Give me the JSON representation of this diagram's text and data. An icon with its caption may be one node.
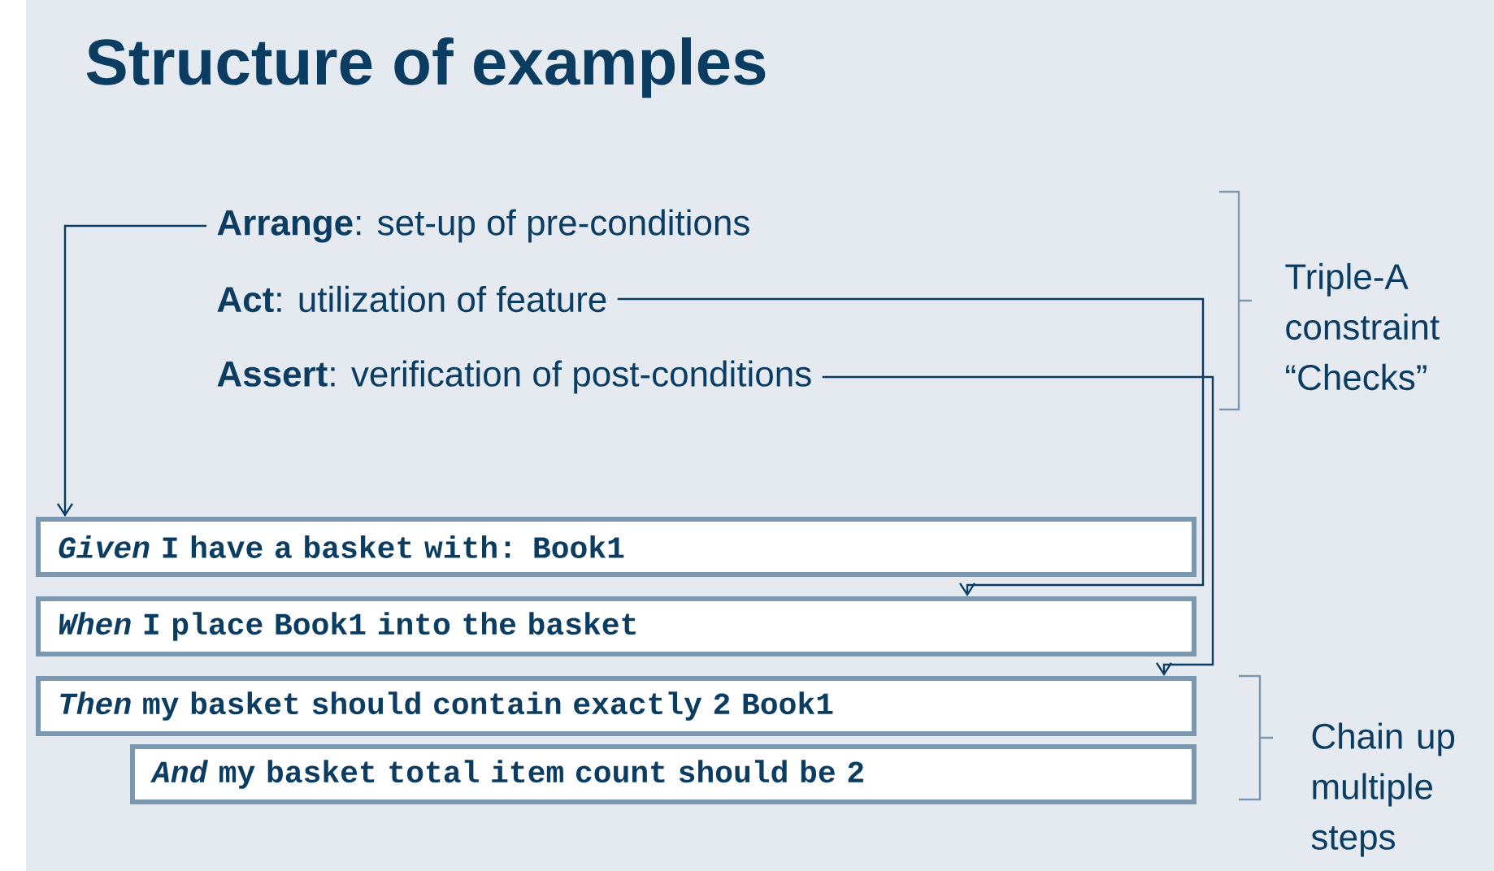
{
  "diagram": {
    "title": "Structure of examples",
    "nodes": [
      {
        "text": [
          "**Arrange**: set-up of pre-conditions"
        ]
      },
      {
        "text": [
          "**Act**: utilization of feature"
        ]
      },
      {
        "text": [
          "**Assert**: verification of post-conditions"
        ]
      },
      {
        "text": [
          "*Given* I have a basket with: Book1"
        ]
      },
      {
        "text": [
          "*When* I place Book1 into the basket"
        ]
      },
      {
        "text": [
          "*Then* my basket should contain exactly 2 Book1"
        ]
      },
      {
        "text": [
          "*And* my basket total item count should be 2"
        ]
      }
    ],
    "edges": [
      {
        "from": 0,
        "to": 3,
        "arrow": "to"
      },
      {
        "from": 1,
        "to": 4,
        "arrow": "to"
      },
      {
        "from": 2,
        "to": 5,
        "arrow": "to"
      }
    ],
    "labels": [
      "Triple-A constraint “Checks”",
      "Chain up multiple steps"
    ]
  }
}
